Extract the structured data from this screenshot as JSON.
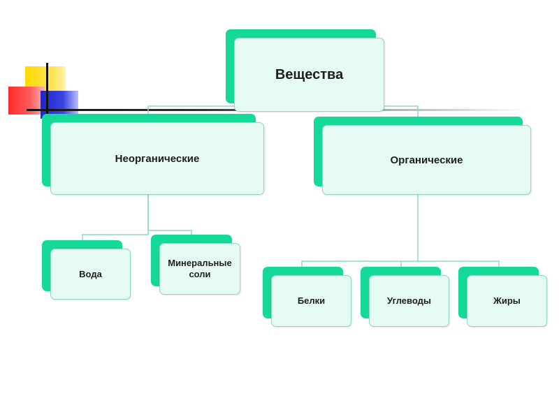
{
  "colors": {
    "node_back": "#14d99a",
    "node_front": "#e6fbf4",
    "connector": "#8fd9c0"
  },
  "diagram": {
    "root": {
      "label": "Вещества"
    },
    "inorganic": {
      "label": "Неорганические"
    },
    "organic": {
      "label": "Органические"
    },
    "water": {
      "label": "Вода"
    },
    "mineral_salts": {
      "label": "Минеральные соли"
    },
    "proteins": {
      "label": "Белки"
    },
    "carbohydrates": {
      "label": "Углеводы"
    },
    "fats": {
      "label": "Жиры"
    }
  }
}
